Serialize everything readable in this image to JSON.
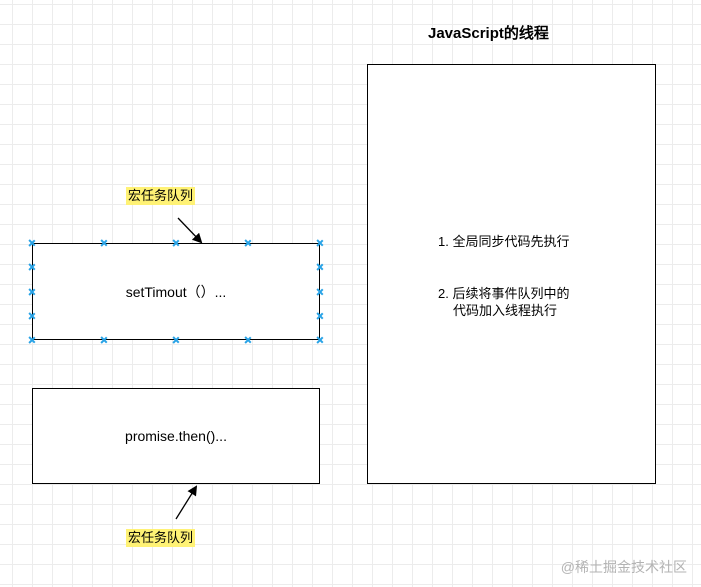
{
  "thread": {
    "title": "JavaScript的线程",
    "item1": "1. 全局同步代码先执行",
    "item2_line1": "2. 后续将事件队列中的",
    "item2_line2": "代码加入线程执行"
  },
  "queue": {
    "settimeout_label": "setTimout（）...",
    "promise_label": "promise.then()...",
    "tag_top": "宏任务队列",
    "tag_bottom": "宏任务队列"
  },
  "watermark": "@稀土掘金技术社区",
  "colors": {
    "tag_highlight": "#fff275",
    "selection_handle": "#29a3e6"
  }
}
